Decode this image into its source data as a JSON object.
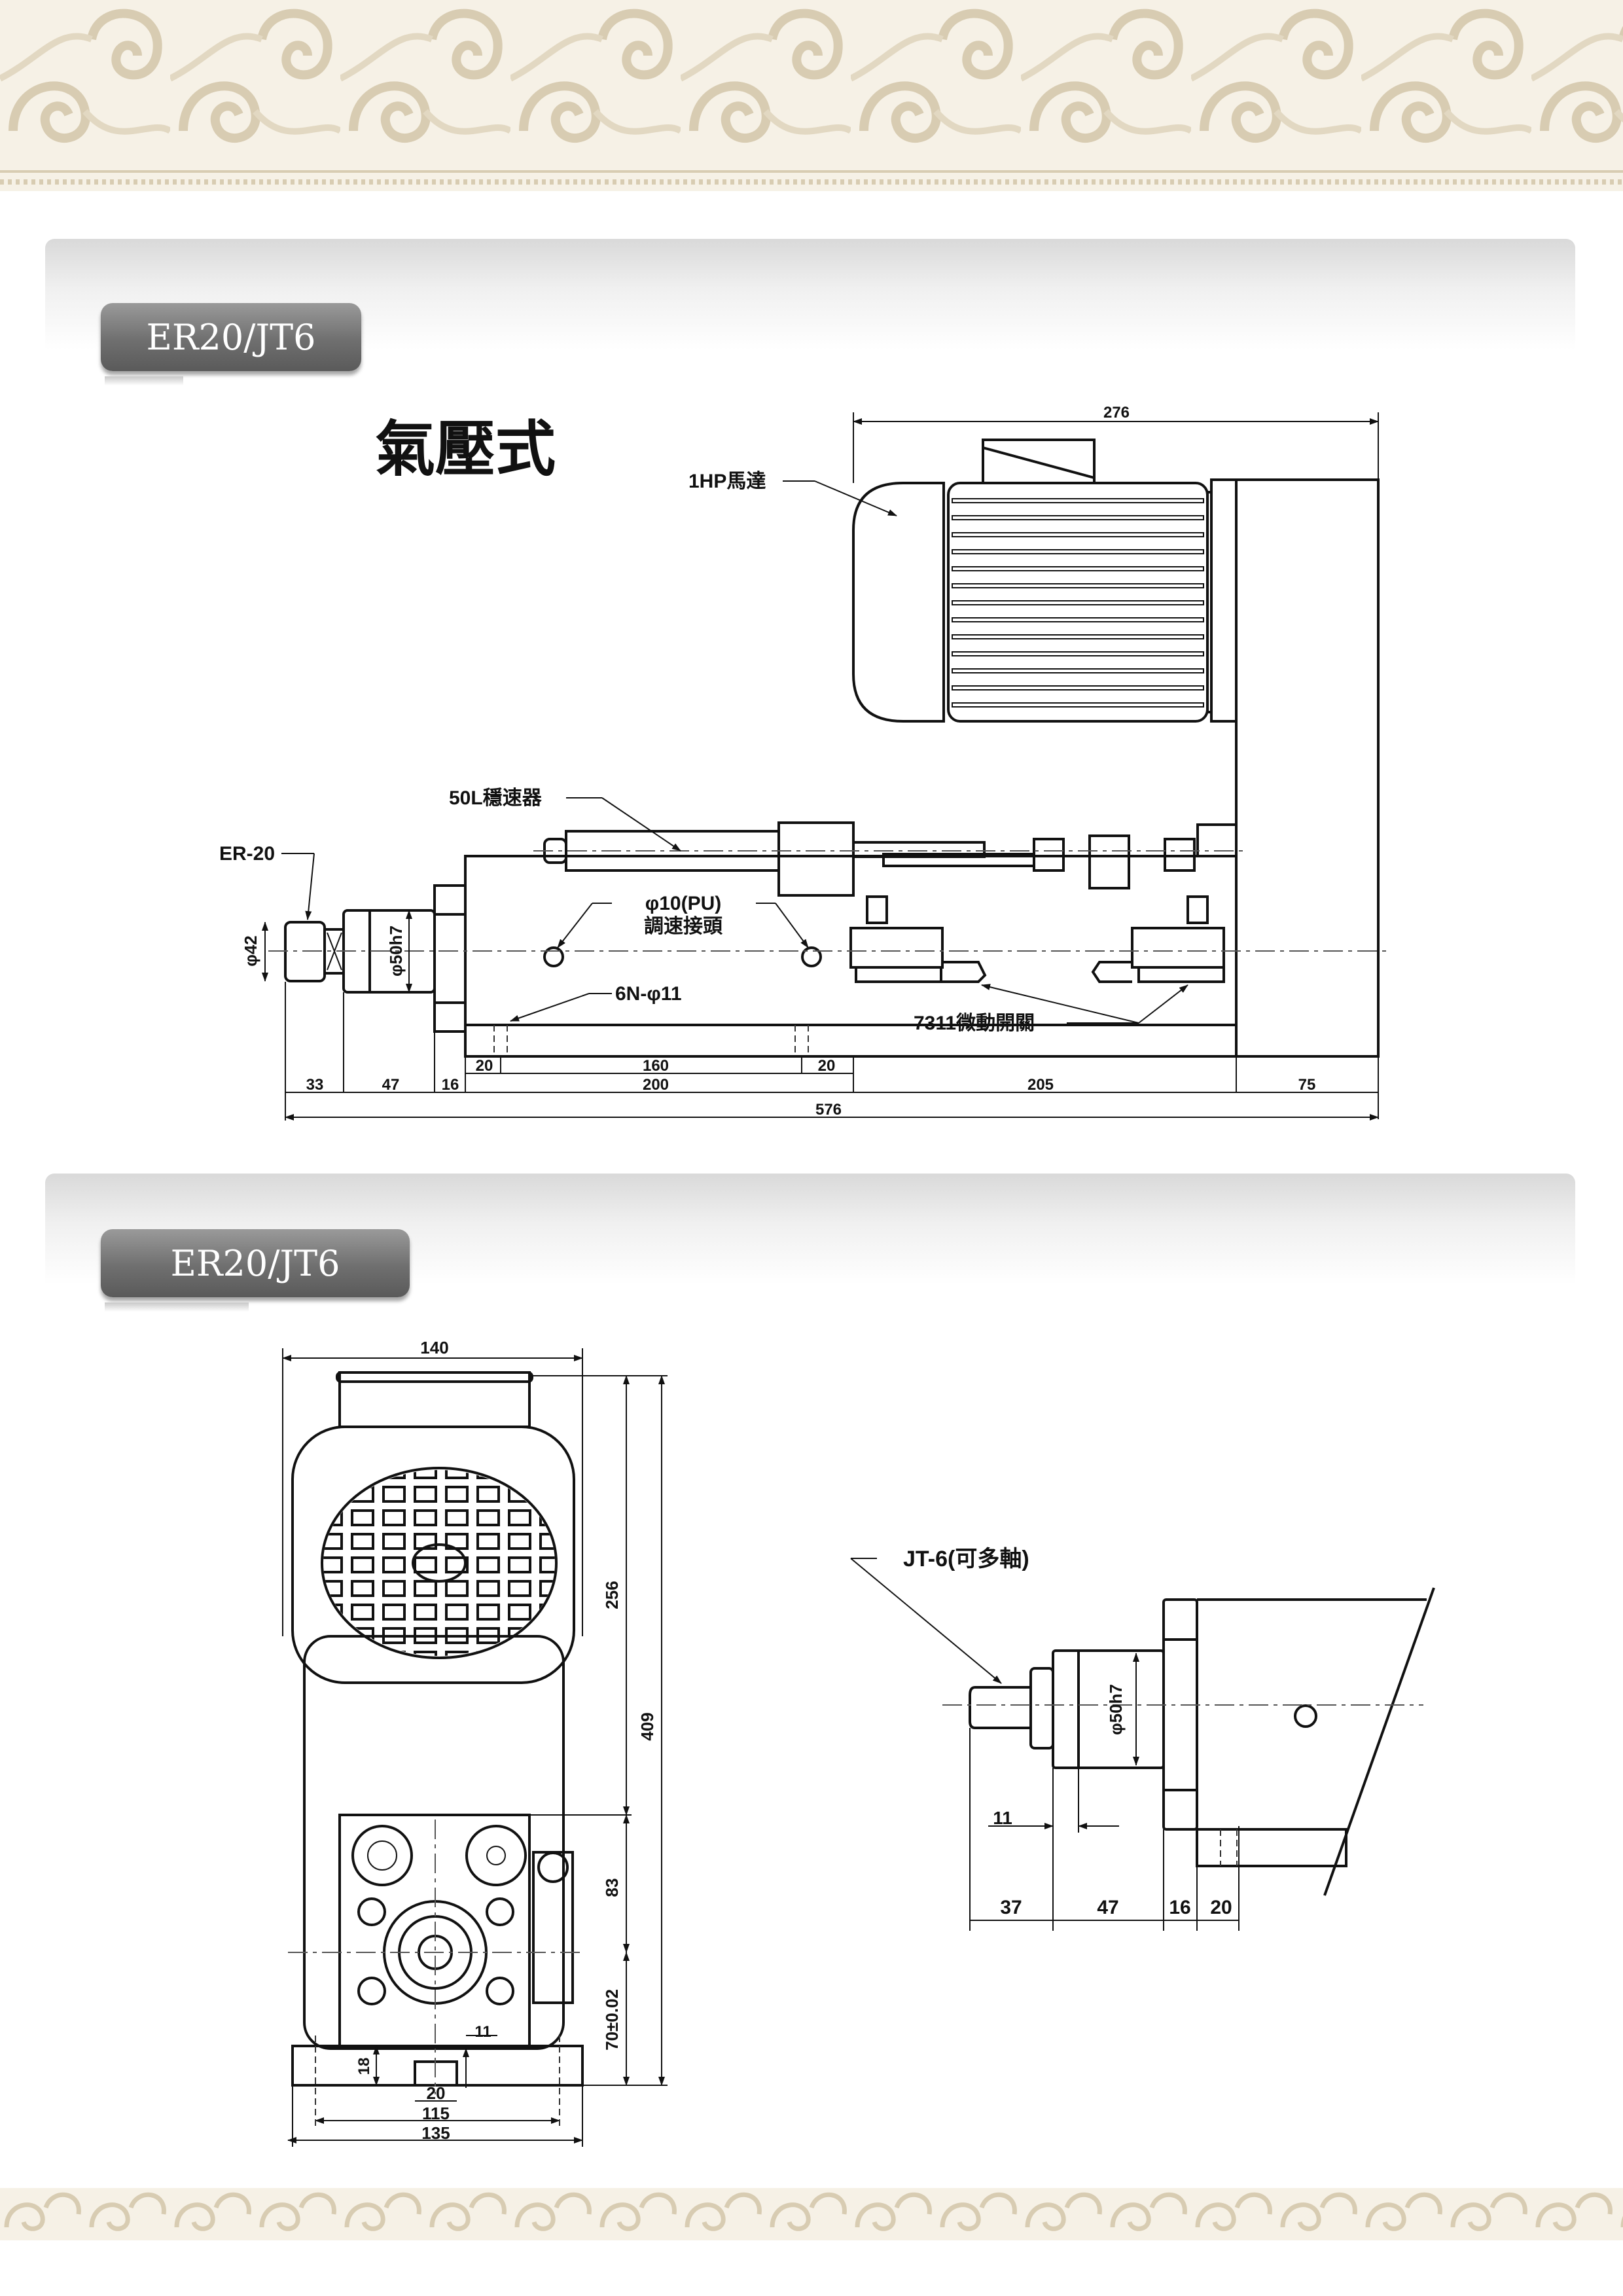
{
  "sections": [
    {
      "tab_label": "ER20/JT6"
    },
    {
      "tab_label": "ER20/JT6"
    }
  ],
  "side_view": {
    "title": "氣壓式",
    "labels": {
      "motor": "1HP馬達",
      "stabilizer": "50L穩速器",
      "collet": "ER-20",
      "air_fitting_line1": "φ10(PU)",
      "air_fitting_line2": "調速接頭",
      "holes": "6N-φ11",
      "micro_switch": "7311微動開關",
      "dia_collet": "φ42",
      "dia_spindle": "φ50h7"
    },
    "dimensions": {
      "motor_length": "276",
      "d33": "33",
      "d47": "47",
      "d16": "16",
      "d20a": "20",
      "d160": "160",
      "d20b": "20",
      "d200": "200",
      "d205": "205",
      "d75": "75",
      "total": "576"
    }
  },
  "front_view": {
    "dimensions": {
      "width_top": "140",
      "h256": "256",
      "h409": "409",
      "h83": "83",
      "h70": "70±0.02",
      "d18": "18",
      "d11": "11",
      "d20": "20",
      "d115": "115",
      "d135": "135"
    }
  },
  "jt6_view": {
    "label": "JT-6(可多軸)",
    "dia_spindle": "φ50h7",
    "dimensions": {
      "d11": "11",
      "d37": "37",
      "d47": "47",
      "d16": "16",
      "d20": "20"
    }
  }
}
